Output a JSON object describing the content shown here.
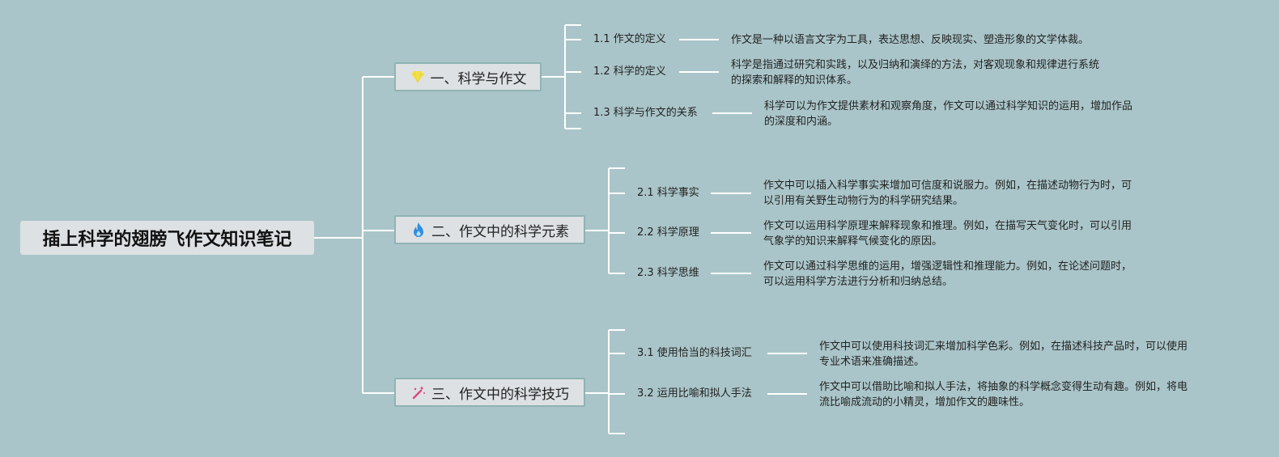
{
  "root": {
    "title": "插上科学的翅膀飞作文知识笔记"
  },
  "branches": [
    {
      "icon": "diamond-icon",
      "label": "一、科学与作文",
      "items": [
        {
          "label": "1.1 作文的定义",
          "desc": [
            "作文是一种以语言文字为工具，表达思想、反映现实、塑造形象的文学体裁。"
          ]
        },
        {
          "label": "1.2 科学的定义",
          "desc": [
            "科学是指通过研究和实践，以及归纳和演绎的方法，对客观现象和规律进行系统",
            "的探索和解释的知识体系。"
          ]
        },
        {
          "label": "1.3 科学与作文的关系",
          "desc": [
            "科学可以为作文提供素材和观察角度，作文可以通过科学知识的运用，增加作品",
            "的深度和内涵。"
          ]
        }
      ]
    },
    {
      "icon": "flame-icon",
      "label": "二、作文中的科学元素",
      "items": [
        {
          "label": "2.1 科学事实",
          "desc": [
            "作文中可以插入科学事实来增加可信度和说服力。例如，在描述动物行为时，可",
            "以引用有关野生动物行为的科学研究结果。"
          ]
        },
        {
          "label": "2.2 科学原理",
          "desc": [
            "作文可以运用科学原理来解释现象和推理。例如，在描写天气变化时，可以引用",
            "气象学的知识来解释气候变化的原因。"
          ]
        },
        {
          "label": "2.3 科学思维",
          "desc": [
            "作文可以通过科学思维的运用，增强逻辑性和推理能力。例如，在论述问题时，",
            "可以运用科学方法进行分析和归纳总结。"
          ]
        }
      ]
    },
    {
      "icon": "magic-wand-icon",
      "label": "三、作文中的科学技巧",
      "items": [
        {
          "label": "3.1 使用恰当的科技词汇",
          "desc": [
            "作文中可以使用科技词汇来增加科学色彩。例如，在描述科技产品时，可以使用",
            "专业术语来准确描述。"
          ]
        },
        {
          "label": "3.2 运用比喻和拟人手法",
          "desc": [
            "作文中可以借助比喻和拟人手法，将抽象的科学概念变得生动有趣。例如，将电",
            "流比喻成流动的小精灵，增加作文的趣味性。"
          ]
        }
      ]
    }
  ],
  "colors": {
    "background": "#aac5c9",
    "line": "#ffffff",
    "diamond": "#f2e24a",
    "flame": "#2f8fe0",
    "wand": "#e0457a"
  }
}
